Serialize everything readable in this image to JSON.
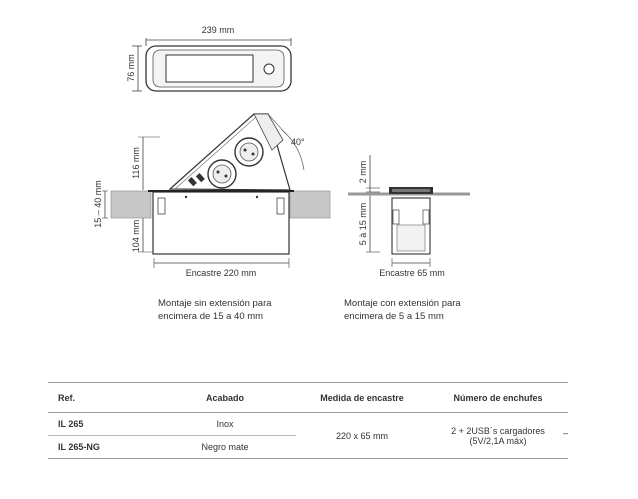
{
  "dimensions": {
    "top_width": "239 mm",
    "top_height": "76 mm",
    "angle": "40°",
    "height_above": "116 mm",
    "height_below": "104 mm",
    "counter_range": "15 – 40 mm",
    "cutout_width": "Encastre 220 mm",
    "flange": "2 mm",
    "counter_range_small": "5 à 15 mm",
    "cutout_depth": "Encastre 65 mm"
  },
  "captions": {
    "left": [
      "Montaje sin extensión para",
      "encimera de 15 a 40 mm"
    ],
    "right": [
      "Montaje con extensión para",
      "encimera de 5 a 15 mm"
    ]
  },
  "table": {
    "headers": [
      "Ref.",
      "Acabado",
      "Medida de encastre",
      "Número de enchufes"
    ],
    "rows": [
      {
        "ref": "IL 265",
        "finish": "Inox"
      },
      {
        "ref": "IL 265-NG",
        "finish": "Negro mate"
      }
    ],
    "shared_size": "220 x 65 mm",
    "shared_sockets": [
      "2 + 2USB´s cargadores",
      "(5V/2,1A máx)"
    ],
    "trailing_mark": "–"
  }
}
